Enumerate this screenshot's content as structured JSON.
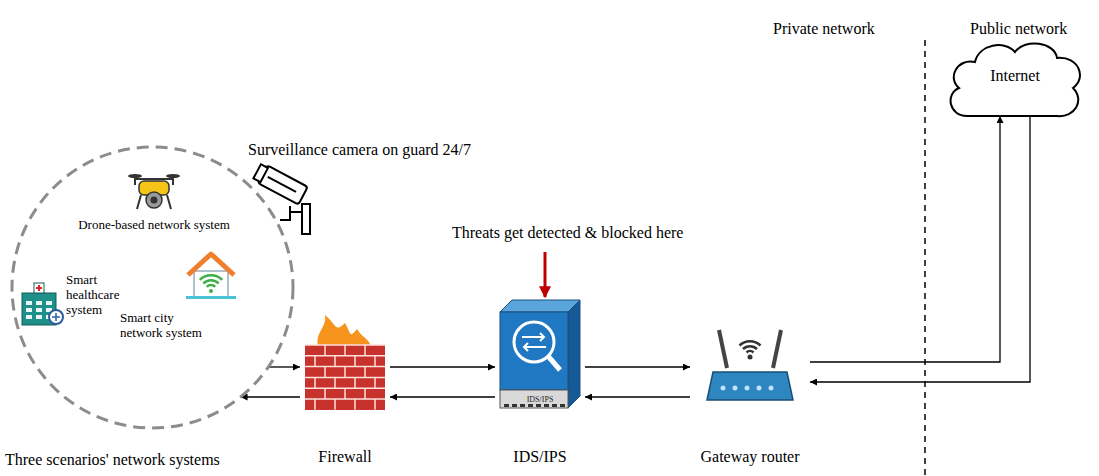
{
  "diagram": {
    "nodes": [
      {
        "text": [
          "Three scenarios' network systems"
        ]
      },
      {
        "text": [
          "Drone-based network system"
        ],
        "in": 0
      },
      {
        "text": [
          "Smart healthcare system"
        ],
        "in": 0
      },
      {
        "text": [
          "Smart city network system"
        ],
        "in": 0
      },
      {
        "text": [
          "Firewall"
        ]
      },
      {
        "text": [
          "IDS/IPS",
          "IDS/IPS"
        ]
      },
      {
        "text": [
          "Gateway router"
        ]
      },
      {
        "text": [
          "Internet"
        ]
      }
    ],
    "edges": [
      {
        "from": 0,
        "to": 4,
        "arrow": "to"
      },
      {
        "from": 4,
        "to": 0,
        "arrow": "to"
      },
      {
        "from": 4,
        "to": 5,
        "arrow": "to"
      },
      {
        "from": 5,
        "to": 4,
        "arrow": "to"
      },
      {
        "from": 5,
        "to": 6,
        "arrow": "to"
      },
      {
        "from": 6,
        "to": 5,
        "arrow": "to"
      },
      {
        "from": 6,
        "to": 7,
        "arrow": "to"
      },
      {
        "from": 7,
        "to": 6,
        "arrow": "to"
      }
    ],
    "labels": [
      "Surveillance camera on guard 24/7",
      "Threats get detected & blocked here",
      "Private network",
      "Public network"
    ]
  }
}
